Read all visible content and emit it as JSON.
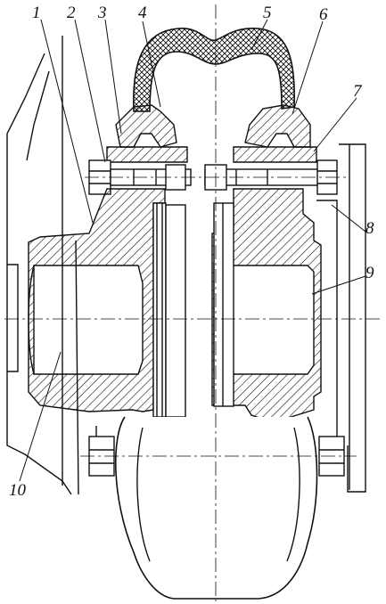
{
  "figure": {
    "callouts": [
      {
        "id": "c1",
        "label": "1"
      },
      {
        "id": "c2",
        "label": "2"
      },
      {
        "id": "c3",
        "label": "3"
      },
      {
        "id": "c4",
        "label": "4"
      },
      {
        "id": "c5",
        "label": "5"
      },
      {
        "id": "c6",
        "label": "6"
      },
      {
        "id": "c7",
        "label": "7"
      },
      {
        "id": "c8",
        "label": "8"
      },
      {
        "id": "c9",
        "label": "9"
      },
      {
        "id": "c10",
        "label": "10"
      }
    ],
    "colors": {
      "ink": "#111111",
      "paper": "#ffffff"
    }
  }
}
